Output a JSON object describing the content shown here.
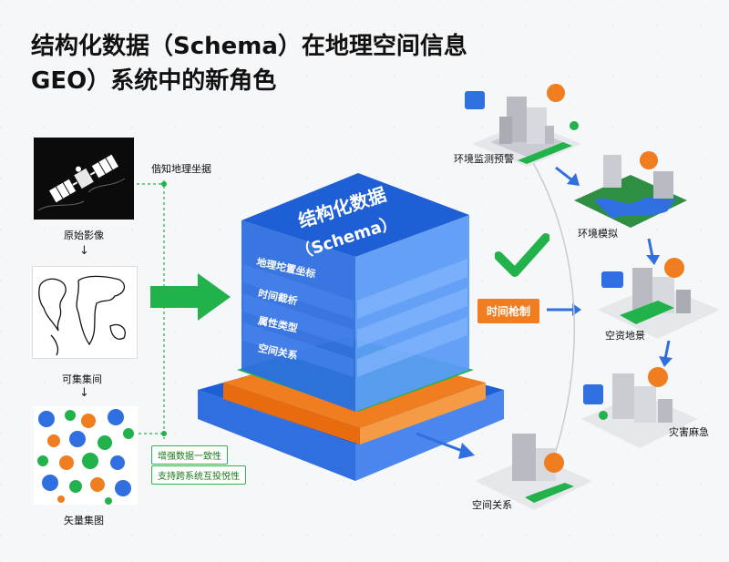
{
  "title": {
    "line1": "结构化数据（Schema）在地理空间信息",
    "line2": "GEO）系统中的新角色"
  },
  "left": {
    "source_label": "原始影像",
    "map_label": "可集集间",
    "icons_label": "矢量集图",
    "coords_label": "偕知地理坐据",
    "badge1": "增强数据一致性",
    "badge2": "支持跨系统互投悦性"
  },
  "cube": {
    "title": "结构化数据",
    "subtitle": "（Schema）",
    "layers": [
      "地理坨置坐标",
      "时间截析",
      "属性类型",
      "空间关系"
    ]
  },
  "middle": {
    "time_label": "时间枪制"
  },
  "apps": {
    "a1": "环境监测预警",
    "a2": "环境模拟",
    "a3": "空资地景",
    "a4": "灾害麻急",
    "a5": "空间关系"
  },
  "colors": {
    "cube_blue": "#2f6fe0",
    "accent_green": "#22b24c",
    "accent_orange": "#f07d1f",
    "building_gray": "#c9ccd1"
  }
}
